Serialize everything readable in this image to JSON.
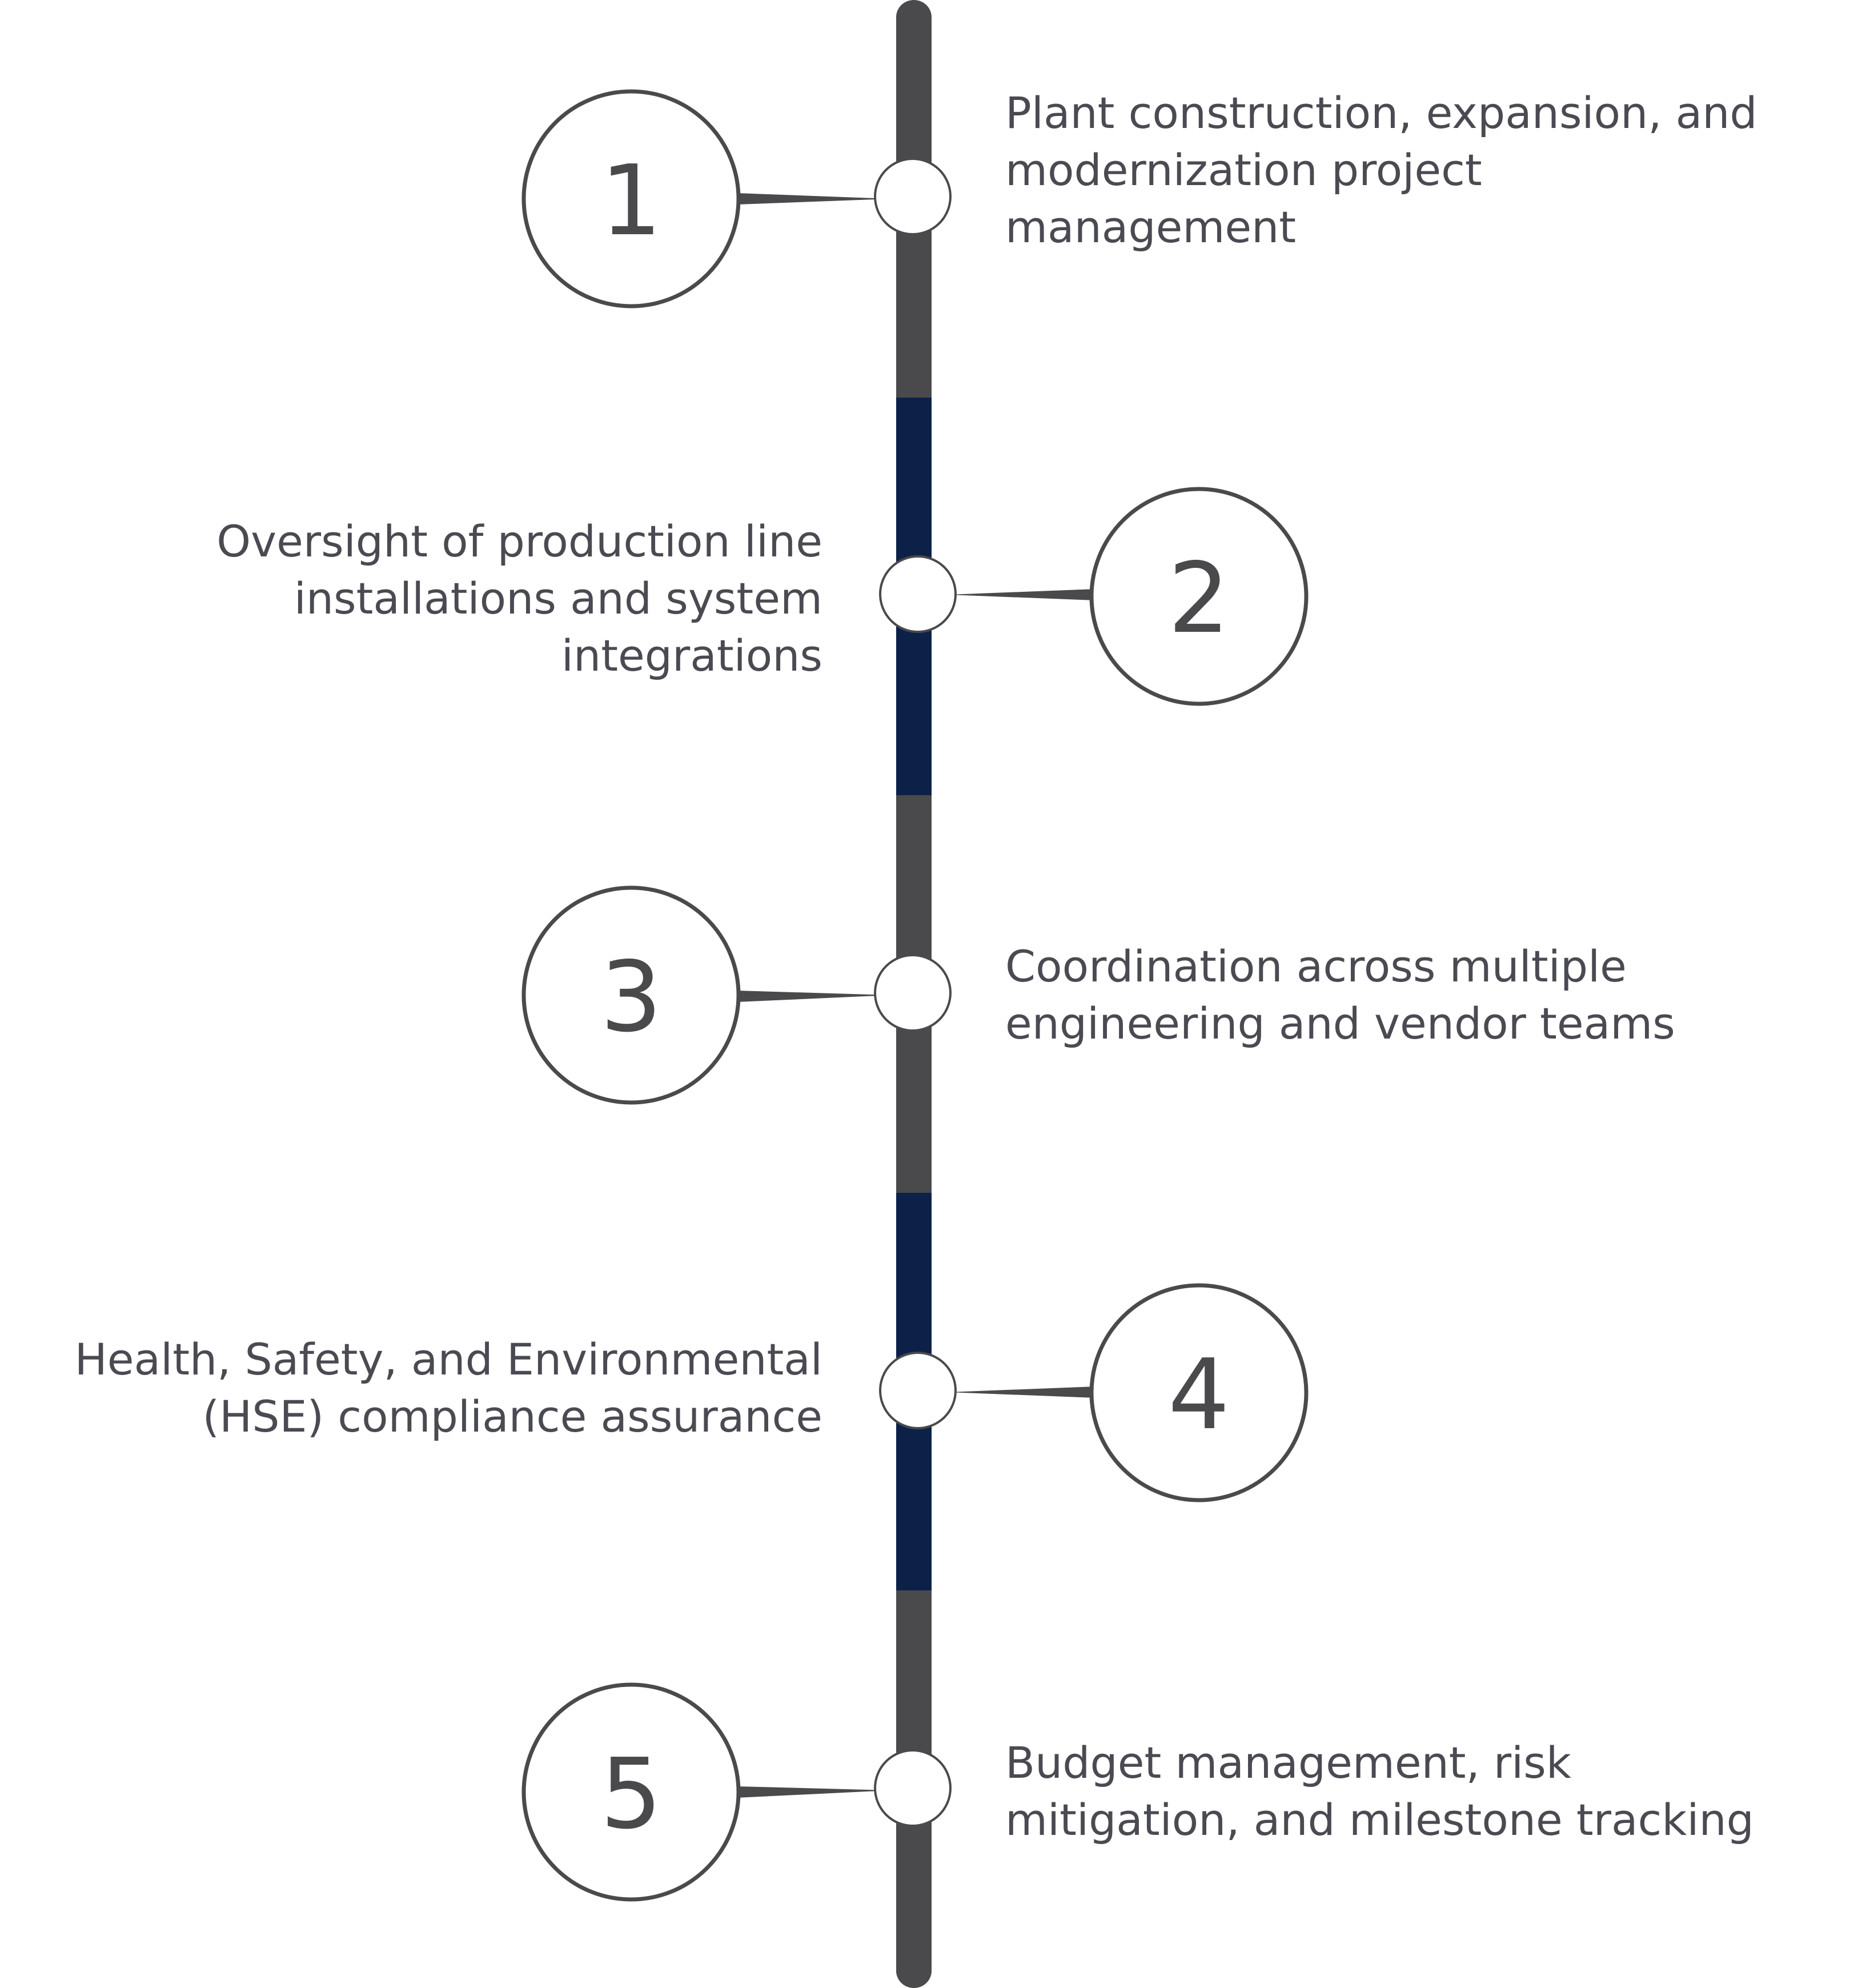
{
  "colors": {
    "spine_gray": "#4a4a4c",
    "spine_navy": "#0d2148",
    "circle_stroke": "#4a4a4c",
    "text": "#4a4a52"
  },
  "steps": [
    {
      "number": "1",
      "side": "right",
      "lines": [
        "Plant construction, expansion, and",
        "modernization project",
        "management"
      ]
    },
    {
      "number": "2",
      "side": "left",
      "lines": [
        "Oversight of production line",
        "installations and system",
        "integrations"
      ]
    },
    {
      "number": "3",
      "side": "right",
      "lines": [
        "Coordination across multiple",
        "engineering and vendor teams"
      ]
    },
    {
      "number": "4",
      "side": "left",
      "lines": [
        "Health, Safety, and Environmental",
        "(HSE) compliance assurance"
      ]
    },
    {
      "number": "5",
      "side": "right",
      "lines": [
        "Budget management, risk",
        "mitigation, and milestone tracking"
      ]
    }
  ]
}
